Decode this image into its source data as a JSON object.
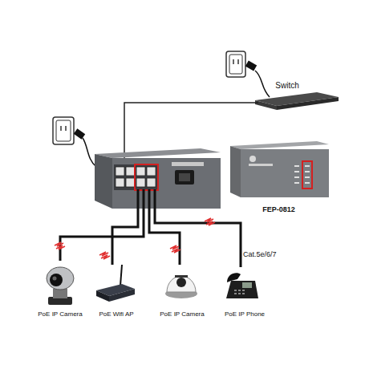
{
  "diagram": {
    "nodes": [
      {
        "text": [
          "Switch"
        ]
      },
      {
        "text": [
          "FEP-0812"
        ]
      },
      {
        "text": [
          "PoE IP Camera"
        ]
      },
      {
        "text": [
          "PoE Wifi AP"
        ]
      },
      {
        "text": [
          "PoE IP Camera"
        ]
      },
      {
        "text": [
          "PoE IP Phone"
        ]
      }
    ],
    "labels": [
      "Cat.5e/6/7"
    ]
  }
}
